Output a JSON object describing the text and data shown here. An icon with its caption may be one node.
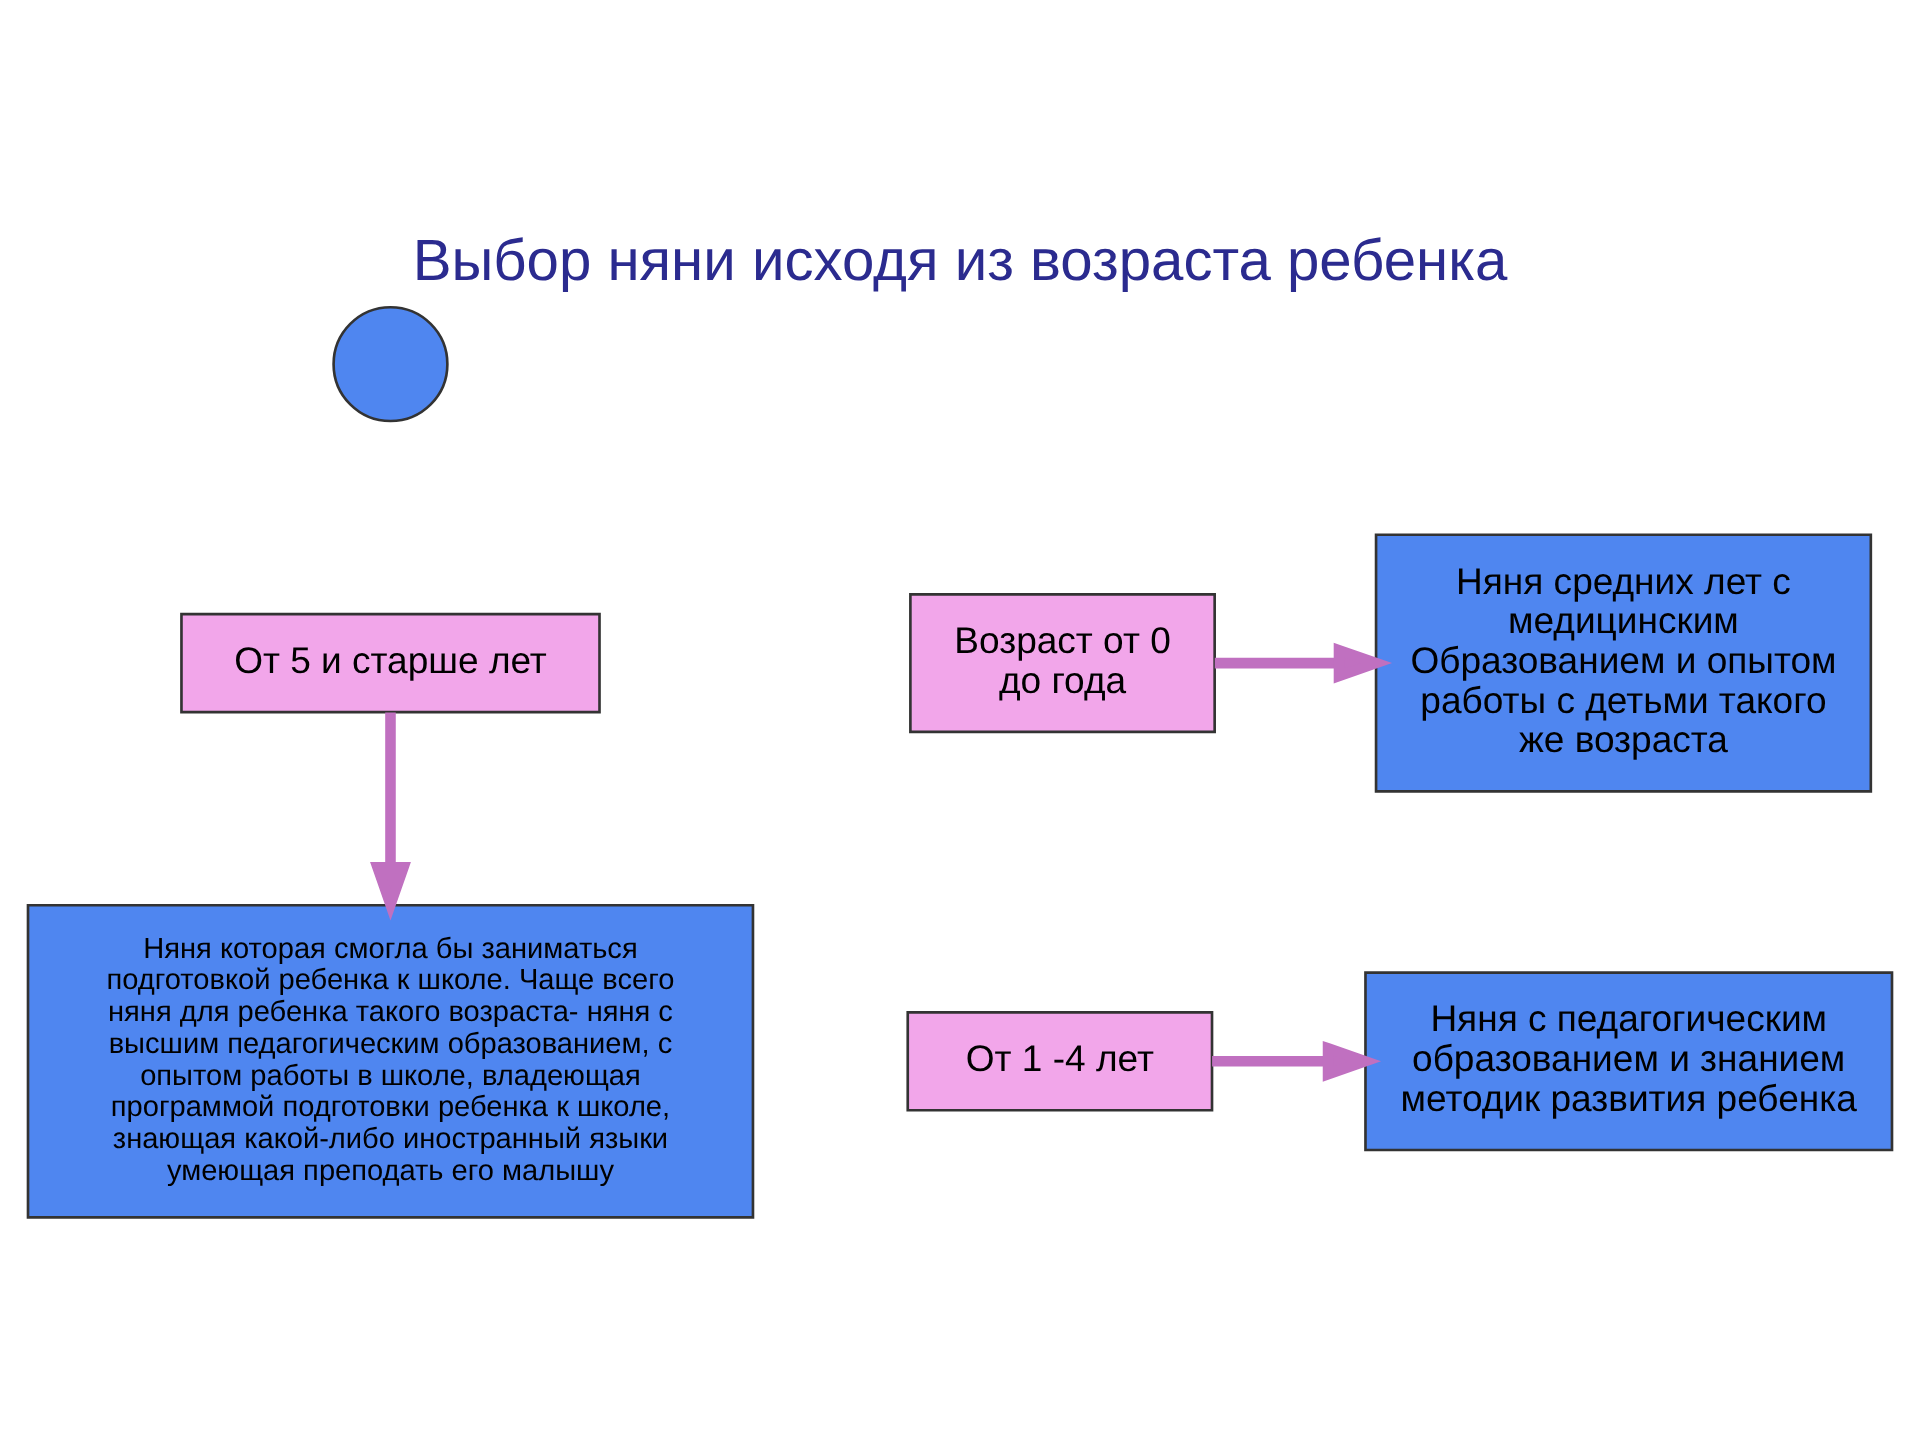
{
  "diagram": {
    "title": "Выбор няни исходя из возраста ребенка",
    "nodes": [
      {
        "text": [],
        "shape": "circle"
      },
      {
        "text": [
          "Возраст от 0 до года"
        ]
      },
      {
        "text": [
          "Няня средних лет с медицинским Образованием и опытом работы с детьми такого же возраста"
        ]
      },
      {
        "text": [
          "От 5 и старше лет"
        ]
      },
      {
        "text": [
          "Няня которая смогла бы заниматься подготовкой ребенка к школе. Чаще всего няня для ребенка такого возраста- няня с высшим педагогическим образованием, с опытом работы в школе, владеющая программой подготовки ребенка к школе, знающая какой-либо иностранный языки умеющая преподать его малышу"
        ]
      },
      {
        "text": [
          "От 1 -4 лет"
        ]
      },
      {
        "text": [
          "Няня с педагогическим образованием и знанием методик развития ребенка"
        ]
      }
    ],
    "edges": [
      {
        "from": 1,
        "to": 2,
        "arrow": "to"
      },
      {
        "from": 3,
        "to": 4,
        "arrow": "to"
      },
      {
        "from": 5,
        "to": 6,
        "arrow": "to"
      }
    ]
  }
}
